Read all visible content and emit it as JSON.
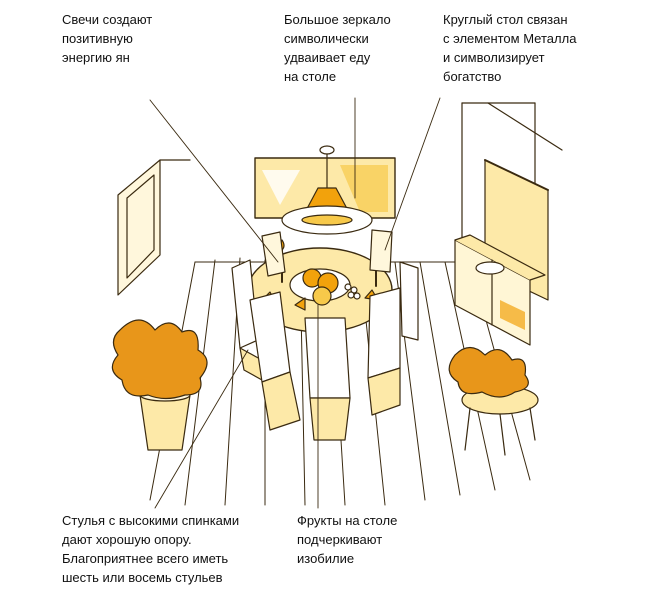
{
  "captions": {
    "candles": [
      "Свечи создают",
      "позитивную",
      "энергию ян"
    ],
    "mirror": [
      "Большое зеркало",
      "символически",
      "удваивает еду",
      "на столе"
    ],
    "table": [
      "Круглый стол связан",
      "с элементом Металла",
      "и символизирует",
      "богатство"
    ],
    "chairs": [
      "Стулья с высокими спинками",
      "дают хорошую опору.",
      "Благоприятнее всего иметь",
      "шесть или восемь стульев"
    ],
    "fruits": [
      "Фрукты на столе",
      "подчеркивают",
      "изобилие"
    ]
  },
  "colors": {
    "ink": "#3a2a10",
    "accent": "#f2a20c",
    "wash": "#fde9a8",
    "plant": "#e8961a"
  }
}
